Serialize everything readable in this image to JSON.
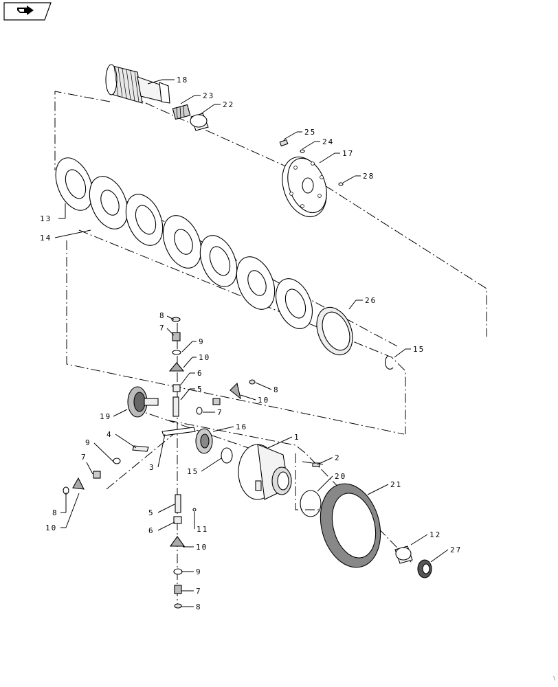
{
  "nav": {
    "icon": "back-arrow-icon"
  },
  "corner_mark": "\\",
  "callouts": {
    "c1": "1",
    "c2": "2",
    "c3": "3",
    "c4": "4",
    "c5a": "5",
    "c5b": "5",
    "c6a": "6",
    "c6b": "6",
    "c7a": "7",
    "c7b": "7",
    "c7c": "7",
    "c7d": "7",
    "c8a": "8",
    "c8b": "8",
    "c8c": "8",
    "c8d": "8",
    "c9a": "9",
    "c9b": "9",
    "c9c": "9",
    "c10a": "10",
    "c10b": "10",
    "c10c": "10",
    "c10d": "10",
    "c11": "11",
    "c12": "12",
    "c13": "13",
    "c14": "14",
    "c15a": "15",
    "c15b": "15",
    "c16": "16",
    "c17": "17",
    "c18": "18",
    "c19": "19",
    "c20": "20",
    "c21": "21",
    "c22": "22",
    "c23": "23",
    "c24": "24",
    "c25": "25",
    "c26": "26",
    "c27": "27",
    "c28": "28"
  }
}
